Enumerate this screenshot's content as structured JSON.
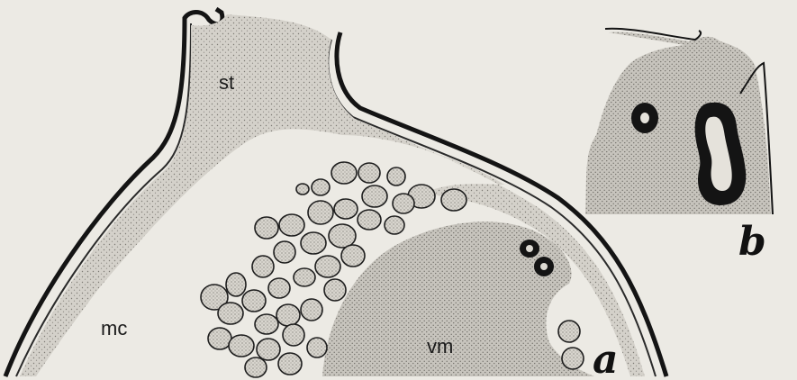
{
  "figure": {
    "labels": {
      "st": "st",
      "mc": "mc",
      "vm": "vm",
      "panel_a": "a",
      "panel_b": "b"
    },
    "colors": {
      "paper": "#eceae4",
      "tissue": "#c9c6bf",
      "tissue_light": "#dcd9d2",
      "ink": "#141414"
    }
  }
}
